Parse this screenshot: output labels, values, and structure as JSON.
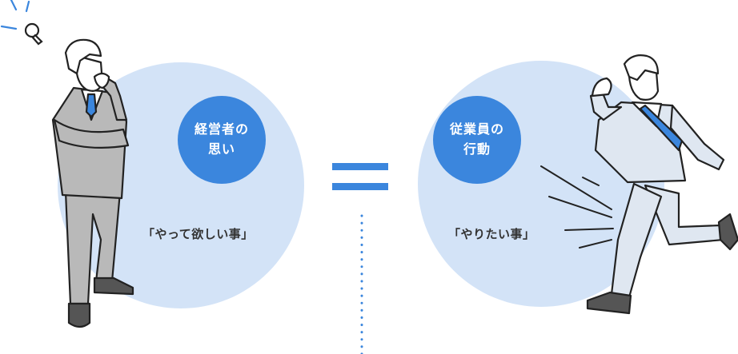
{
  "left": {
    "badge_line1": "経営者の",
    "badge_line2": "思い",
    "phrase": "「やって欲しい事」"
  },
  "right": {
    "badge_line1": "従業員の",
    "badge_line2": "行動",
    "phrase": "「やりたい事」"
  },
  "colors": {
    "accent": "#3b86dd",
    "circle_bg": "#d3e3f7",
    "text": "#333333",
    "suit_gray": "#b9b9b9"
  },
  "icons": [
    "lightbulb-icon",
    "equals-icon"
  ]
}
